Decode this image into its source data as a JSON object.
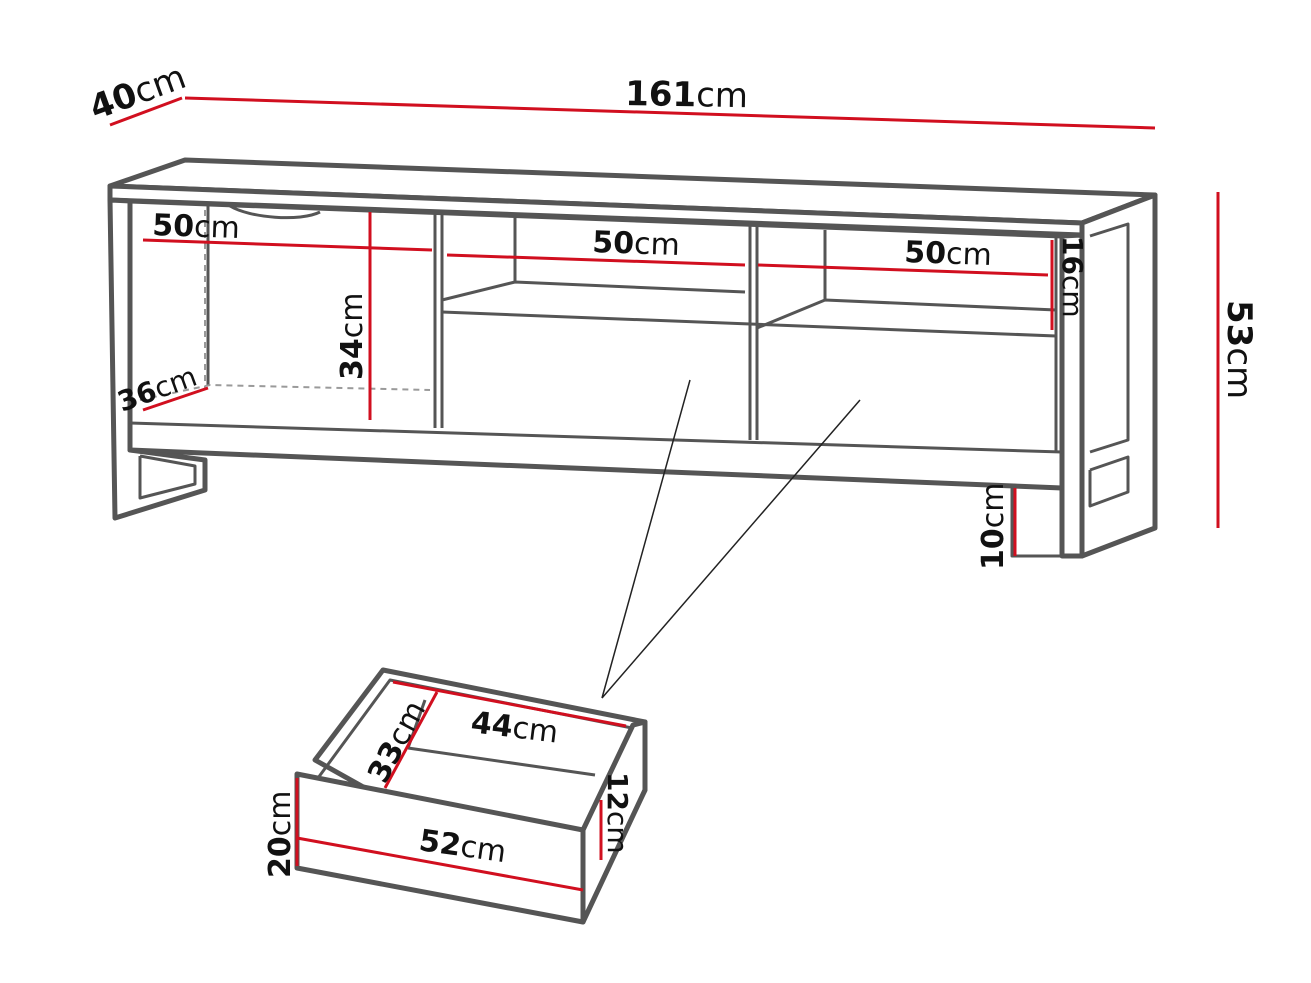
{
  "colors": {
    "outline": "#555555",
    "dimension_line": "#d10f1f",
    "text": "#111111",
    "background": "#ffffff",
    "hidden_line": "#9a9a9a"
  },
  "unit": "cm",
  "dimensions": {
    "depth": {
      "value": "40",
      "unit": "cm"
    },
    "width": {
      "value": "161",
      "unit": "cm"
    },
    "height": {
      "value": "53",
      "unit": "cm"
    },
    "leg_height": {
      "value": "10",
      "unit": "cm"
    },
    "cabinet_width": {
      "value": "50",
      "unit": "cm"
    },
    "cabinet_height": {
      "value": "34",
      "unit": "cm"
    },
    "cabinet_depth": {
      "value": "36",
      "unit": "cm"
    },
    "shelf_left_width": {
      "value": "50",
      "unit": "cm"
    },
    "shelf_right_width": {
      "value": "50",
      "unit": "cm"
    },
    "shelf_height": {
      "value": "16",
      "unit": "cm"
    },
    "drawer_inner_width": {
      "value": "44",
      "unit": "cm"
    },
    "drawer_inner_depth": {
      "value": "33",
      "unit": "cm"
    },
    "drawer_front_width": {
      "value": "52",
      "unit": "cm"
    },
    "drawer_front_height": {
      "value": "20",
      "unit": "cm"
    },
    "drawer_inner_height": {
      "value": "12",
      "unit": "cm"
    }
  }
}
